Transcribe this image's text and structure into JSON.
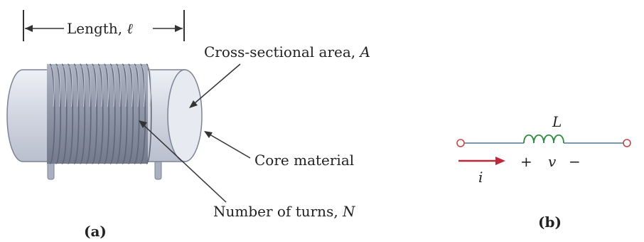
{
  "panel_a": {
    "length_label": "Length, ",
    "length_symbol": "ℓ",
    "area_label": "Cross-sectional area, ",
    "area_symbol": "A",
    "core_label": "Core material",
    "turns_label": "Number of turns, ",
    "turns_symbol": "N",
    "caption": "(a)"
  },
  "panel_b": {
    "inductor_symbol": "L",
    "current_symbol": "i",
    "plus_sign": "+",
    "voltage_symbol": "v",
    "minus_sign": "−",
    "caption": "(b)"
  },
  "colors": {
    "core_fill": "#d8dbe6",
    "core_end": "#eceef5",
    "winding": "#9097a8",
    "wire_blue": "#4a7a92",
    "current_arrow": "#c0283a",
    "terminal": "#c04a4a",
    "coil_green": "#2e8a3e"
  }
}
